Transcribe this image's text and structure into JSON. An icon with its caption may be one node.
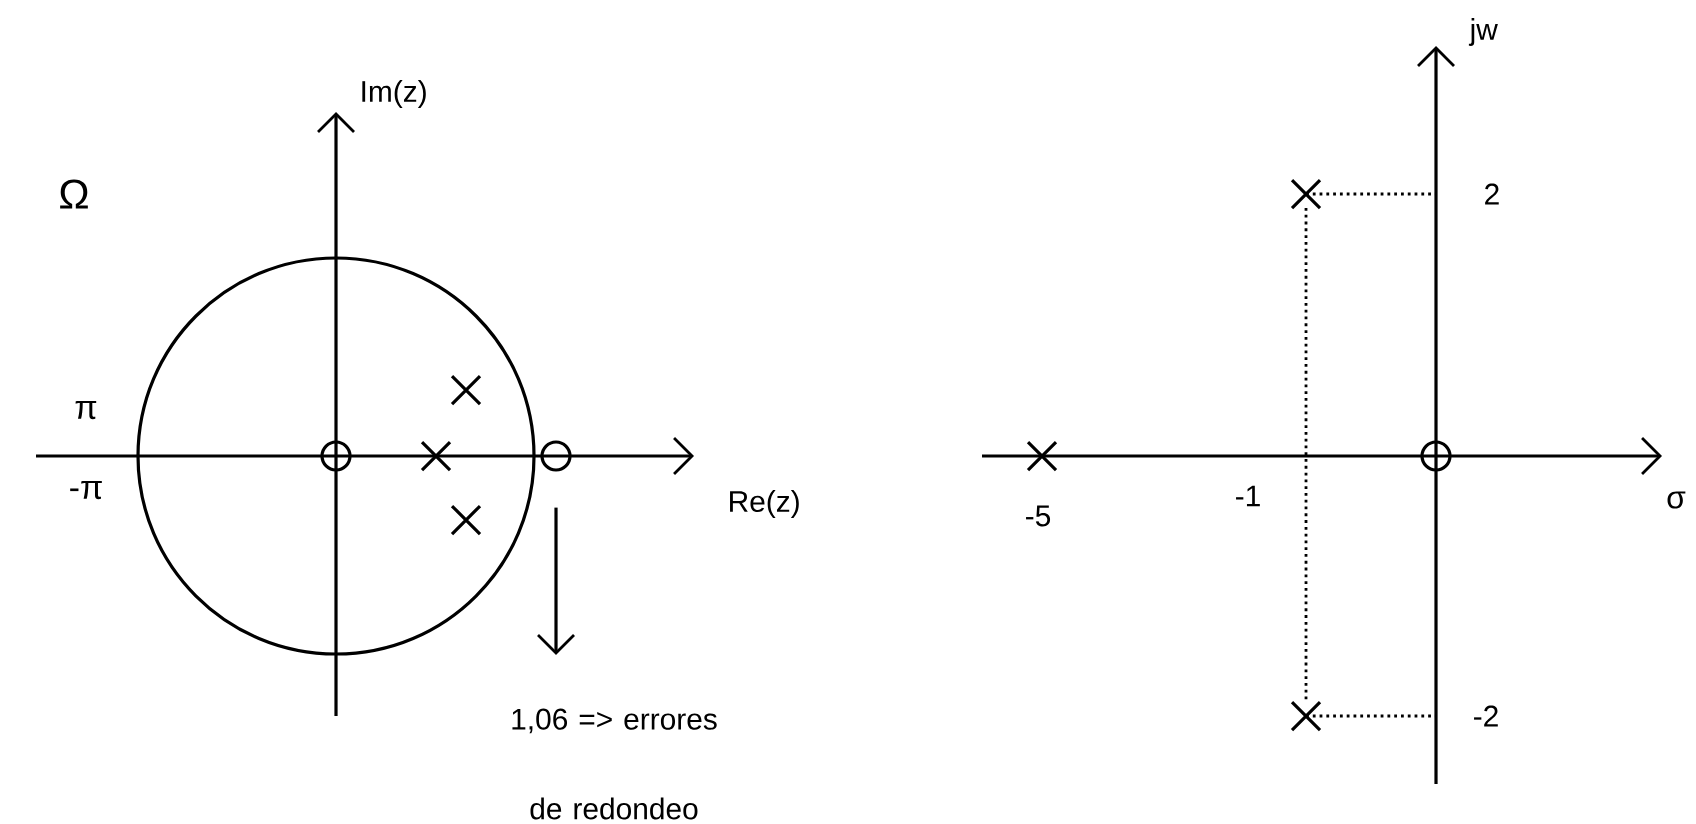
{
  "diagram": {
    "nodes": [
      {
        "text": [],
        "shape": "circle"
      },
      {
        "text": [],
        "shape": "circle"
      },
      {
        "text": [
          "1,06 => errores de redondeo"
        ]
      },
      {
        "text": [],
        "shape": "circle"
      }
    ],
    "edges": [
      {
        "from": 1,
        "to": 2,
        "arrow": "to"
      }
    ],
    "labels": [
      "Im(z)",
      "jw",
      "Ω",
      "2",
      "π",
      "-π",
      "Re(z)",
      "-5",
      "-1",
      "σ",
      "-2"
    ]
  }
}
